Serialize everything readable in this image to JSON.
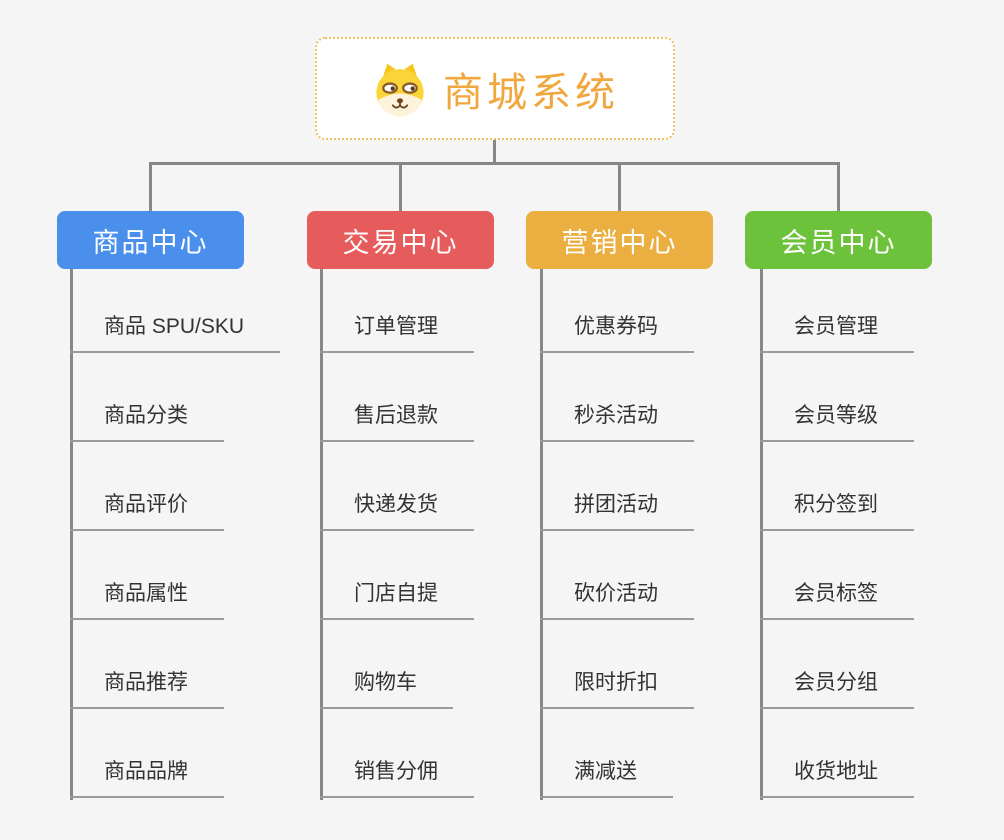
{
  "root": {
    "label": "商城系统",
    "icon": "dog-face-icon",
    "text_color": "#f0a73d",
    "border_color": "#f2be62",
    "background": "#ffffff"
  },
  "connector_color": "#878787",
  "page_background": "#f5f5f5",
  "branches": [
    {
      "label": "商品中心",
      "color": "#4a8fec",
      "items": [
        "商品 SPU/SKU",
        "商品分类",
        "商品评价",
        "商品属性",
        "商品推荐",
        "商品品牌"
      ]
    },
    {
      "label": "交易中心",
      "color": "#e65c5c",
      "items": [
        "订单管理",
        "售后退款",
        "快递发货",
        "门店自提",
        "购物车",
        "销售分佣"
      ]
    },
    {
      "label": "营销中心",
      "color": "#ebae40",
      "items": [
        "优惠券码",
        "秒杀活动",
        "拼团活动",
        "砍价活动",
        "限时折扣",
        "满减送"
      ]
    },
    {
      "label": "会员中心",
      "color": "#6dc23c",
      "items": [
        "会员管理",
        "会员等级",
        "积分签到",
        "会员标签",
        "会员分组",
        "收货地址"
      ]
    }
  ]
}
